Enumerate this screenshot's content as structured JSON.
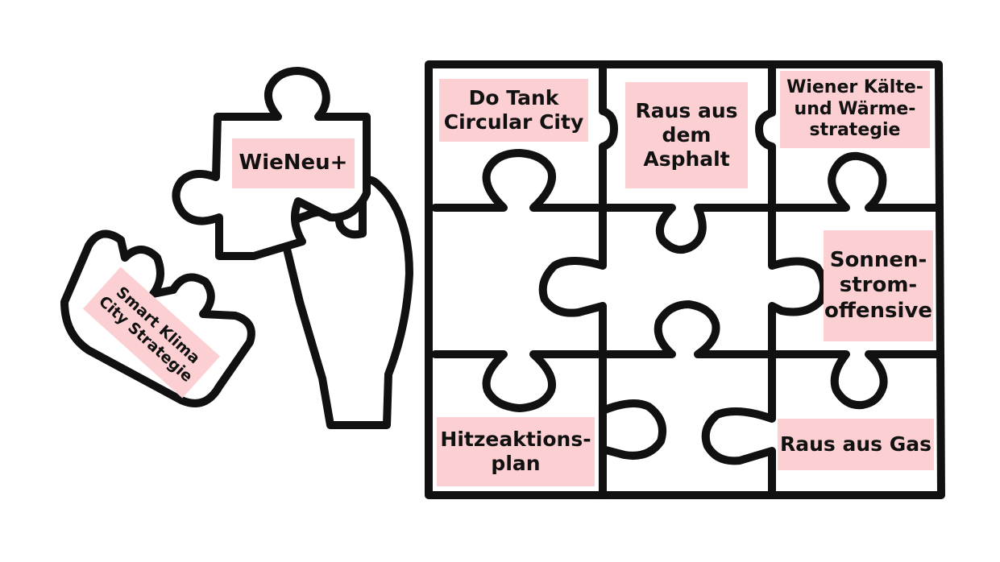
{
  "colors": {
    "outline": "#111111",
    "label_bg": "#fcd0d3",
    "background": "#ffffff"
  },
  "icon": "hand-holding-puzzle-icon",
  "pieces": {
    "do_tank": "Do Tank\nCircular City",
    "raus_asphalt": "Raus aus\ndem\nAsphalt",
    "kaelte_waerme": "Wiener Kälte-\nund Wärme-\nstrategie",
    "sonnenstrom": "Sonnen-\nstrom-\noffensive",
    "hitzeaktion": "Hitzeaktions-\nplan",
    "raus_gas": "Raus aus Gas",
    "wieneu": "WieNeu+",
    "smart_klima": "Smart Klima\nCity Strategie"
  }
}
